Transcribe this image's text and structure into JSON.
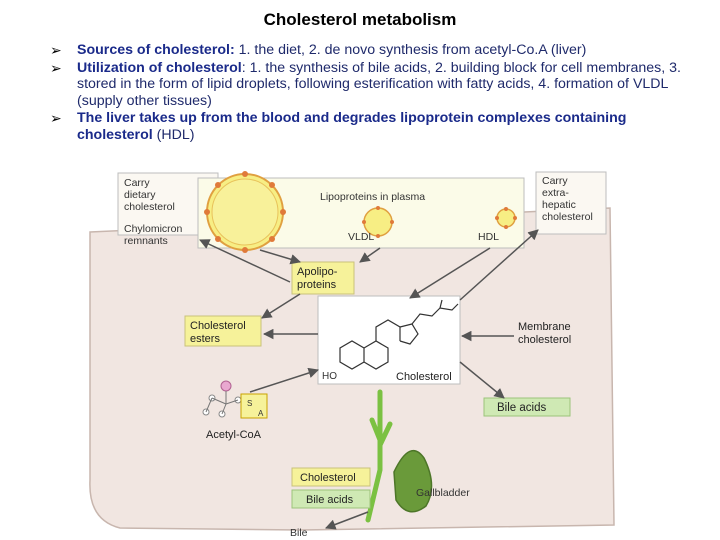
{
  "title": "Cholesterol metabolism",
  "bullets": [
    {
      "lead": "Sources of cholesterol:",
      "rest": " 1. the diet, 2. de novo synthesis from acetyl-Co.A (liver)"
    },
    {
      "lead": "Utilization of cholesterol",
      "rest": ": 1. the synthesis of bile acids, 2. building block for cell membranes, 3. stored in the form of lipid droplets, following esterification with fatty acids, 4. formation of VLDL (supply other tissues)"
    },
    {
      "lead": "The liver takes up from the blood and degrades lipoprotein complexes containing cholesterol",
      "rest": " (HDL)"
    }
  ],
  "diagram": {
    "carry_dietary": [
      "Carry",
      "dietary",
      "cholesterol"
    ],
    "chylomicron": [
      "Chylomicron",
      "remnants"
    ],
    "lipoproteins_plasma": "Lipoproteins in plasma",
    "vldl": "VLDL",
    "hdl": "HDL",
    "carry_extra": [
      "Carry",
      "extra-",
      "hepatic",
      "cholesterol"
    ],
    "apolipoproteins": [
      "Apolipo-",
      "proteins"
    ],
    "cholesterol_esters": [
      "Cholesterol",
      "esters"
    ],
    "membrane_cholesterol": [
      "Membrane",
      "cholesterol"
    ],
    "ho": "HO",
    "cholesterol_center": "Cholesterol",
    "bile_acids_right": "Bile acids",
    "acetyl_coa": "Acetyl-CoA",
    "s_label": "S",
    "a_label": "A",
    "cholesterol_bottom": "Cholesterol",
    "bile_acids_bottom": "Bile acids",
    "gallbladder": "Gallbladder",
    "bile": "Bile"
  },
  "colors": {
    "box_green": "#cfe9b4",
    "box_yellow": "#f6f29a",
    "liver_fill": "#f1e6e1",
    "bile_green": "#7bc142"
  }
}
